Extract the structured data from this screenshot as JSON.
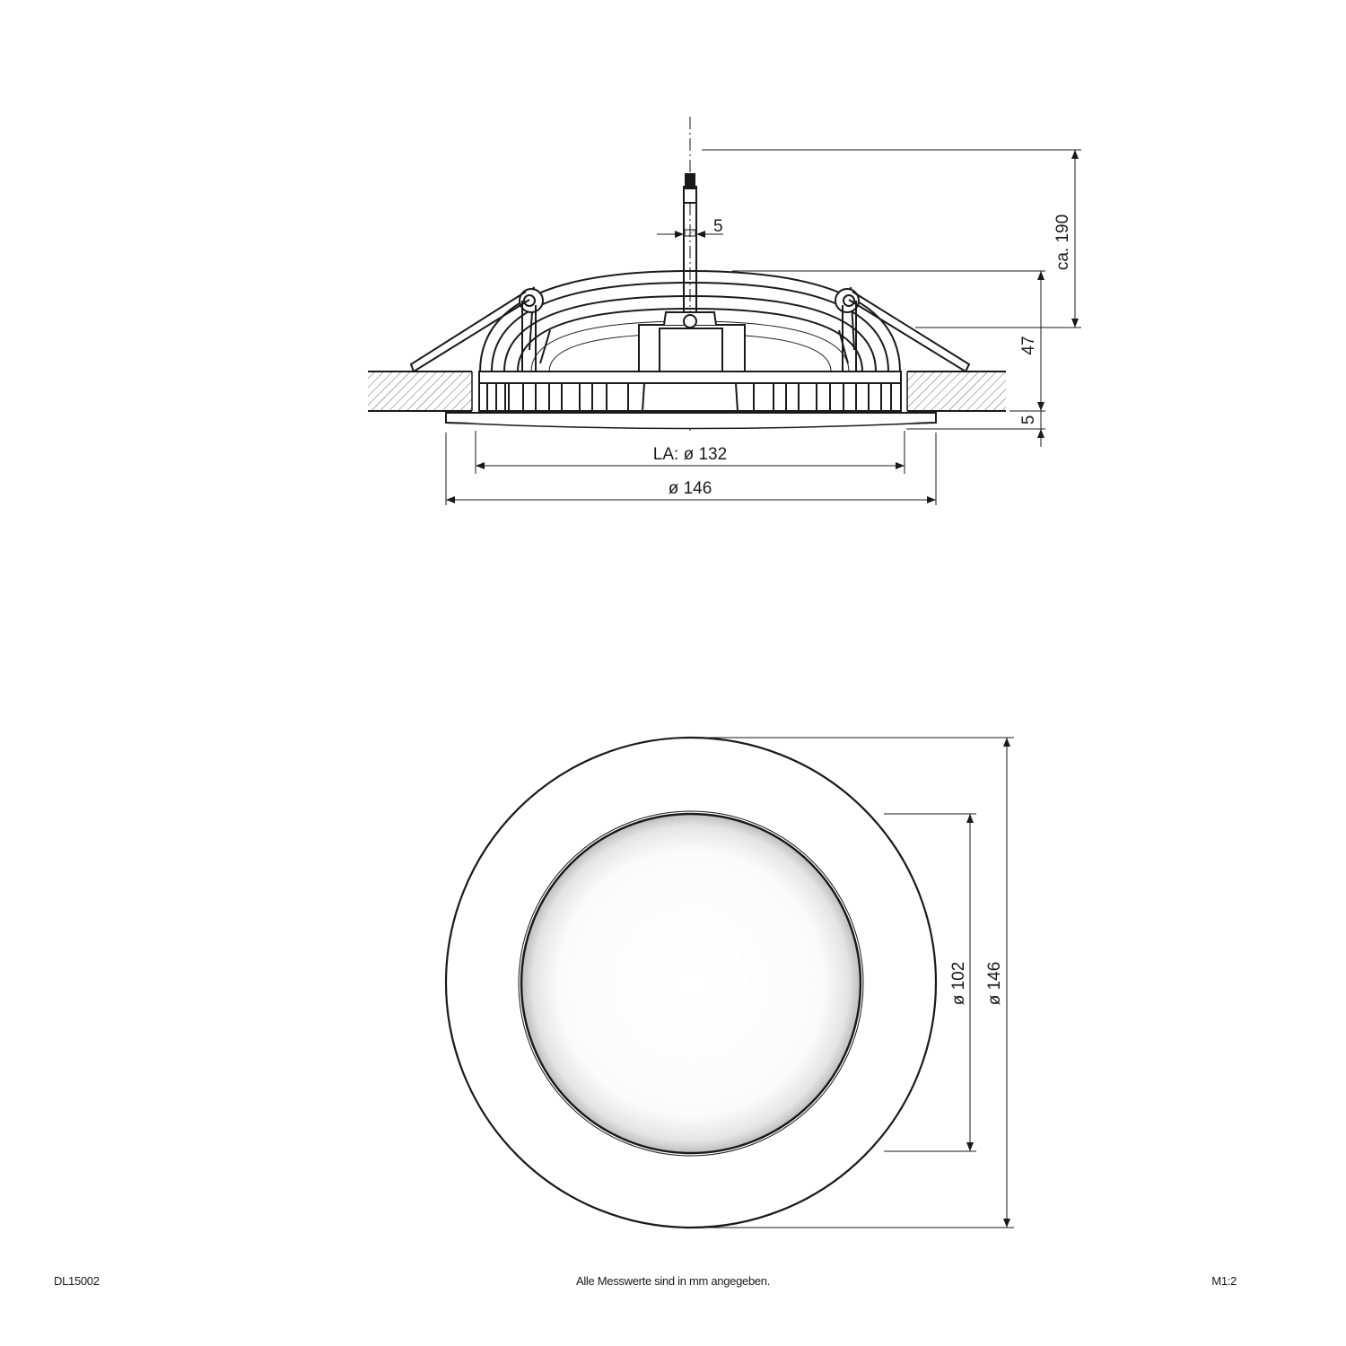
{
  "drawing": {
    "product_code": "DL15002",
    "note": "Alle Messwerte sind in mm angegeben.",
    "scale": "M1:2"
  },
  "side_view": {
    "dimensions": {
      "cable_diameter": "5",
      "cable_length": "ca. 190",
      "height_above_ceiling": "47",
      "flange_height": "5",
      "cutout_diameter": "LA: ø 132",
      "outer_diameter": "ø 146"
    }
  },
  "top_view": {
    "dimensions": {
      "inner_diameter": "ø 102",
      "outer_diameter": "ø 146"
    }
  },
  "colors": {
    "line": "#1a1a1a",
    "hatch": "#555555",
    "background": "#ffffff"
  }
}
